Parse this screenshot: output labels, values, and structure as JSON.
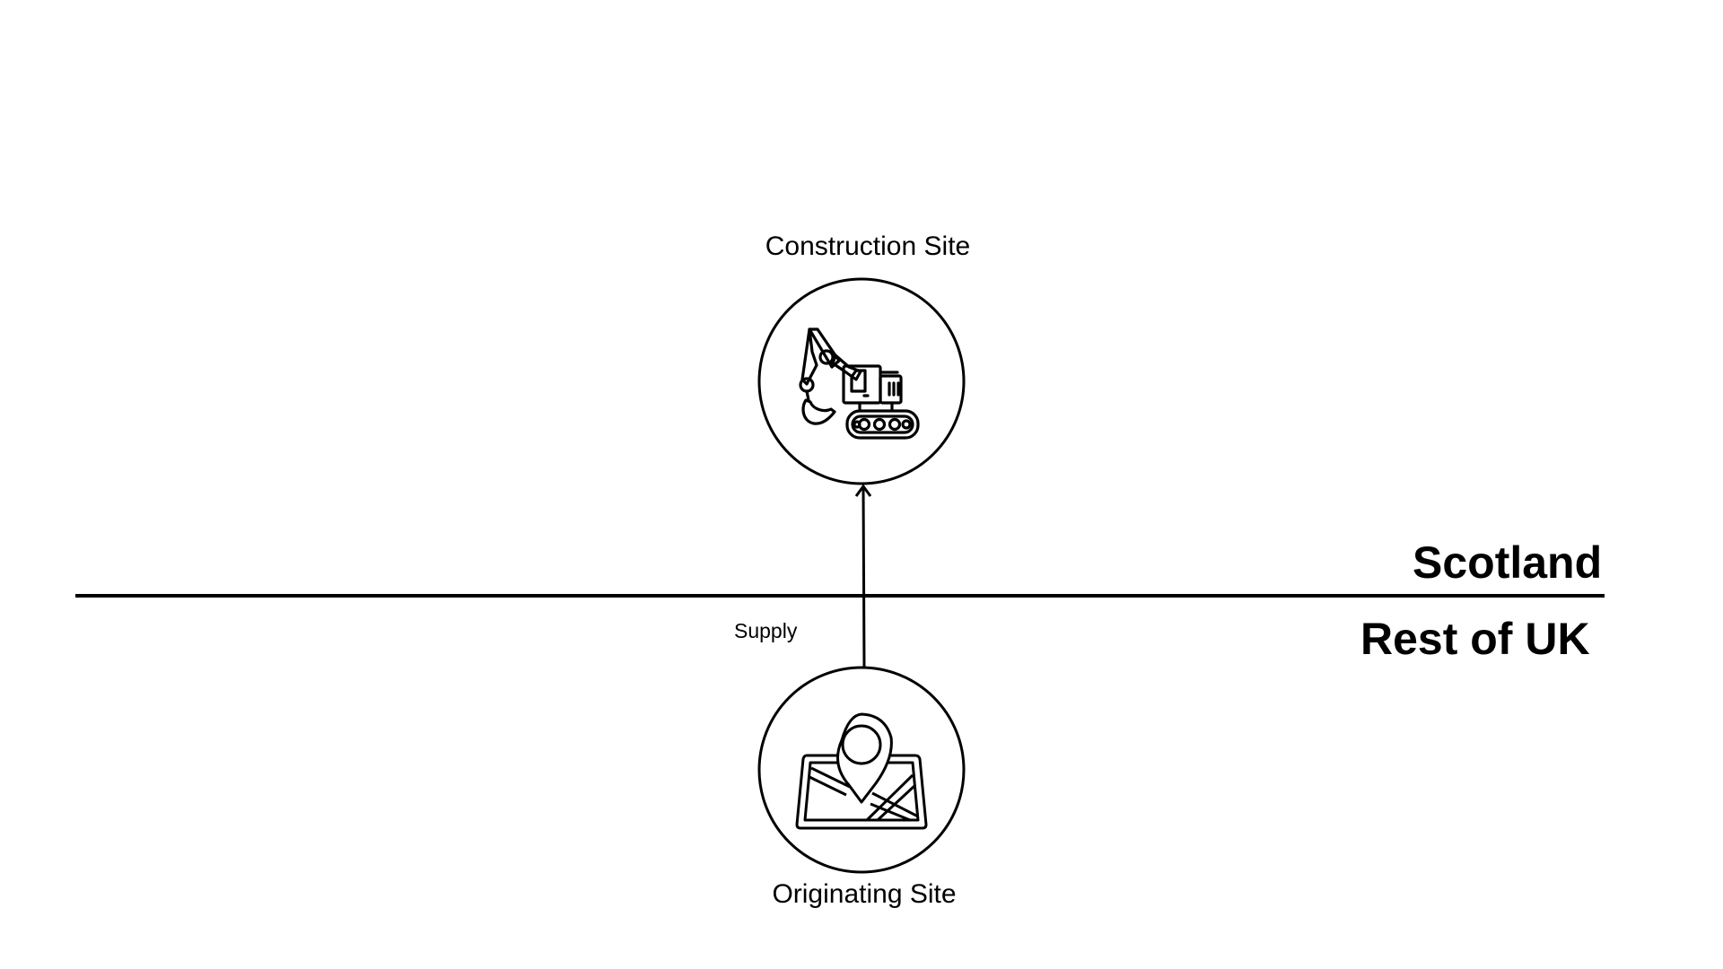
{
  "diagram": {
    "regions": [
      {
        "id": "scotland",
        "label": "Scotland"
      },
      {
        "id": "rest_of_uk",
        "label": "Rest of UK"
      }
    ],
    "nodes": [
      {
        "id": "construction_site",
        "label": "Construction Site",
        "icon": "excavator-icon",
        "region": "scotland"
      },
      {
        "id": "originating_site",
        "label": "Originating Site",
        "icon": "map-pin-icon",
        "region": "rest_of_uk"
      }
    ],
    "edges": [
      {
        "from": "originating_site",
        "to": "construction_site",
        "label": "Supply"
      }
    ],
    "colors": {
      "stroke": "#000000",
      "background": "#ffffff"
    }
  }
}
